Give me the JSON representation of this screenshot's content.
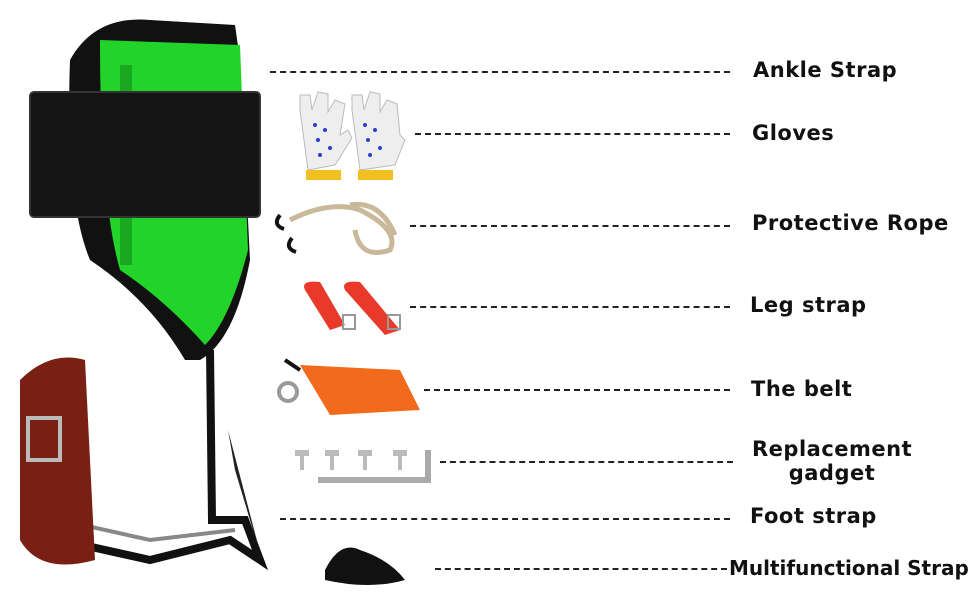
{
  "parts": [
    {
      "label": "Ankle Strap"
    },
    {
      "label": "Gloves"
    },
    {
      "label": "Protective Rope"
    },
    {
      "label": "Leg strap"
    },
    {
      "label": "The belt"
    },
    {
      "label": "Replacement gadget"
    },
    {
      "label": "Foot strap"
    },
    {
      "label": "Multifunctional Strap"
    }
  ],
  "colors": {
    "guard": "#22d42a",
    "strap": "#111111",
    "leather": "#7a1f14",
    "leg_strap": "#e8392a",
    "belt": "#f26a1b",
    "gloves_dots": "#2a3fd0"
  }
}
